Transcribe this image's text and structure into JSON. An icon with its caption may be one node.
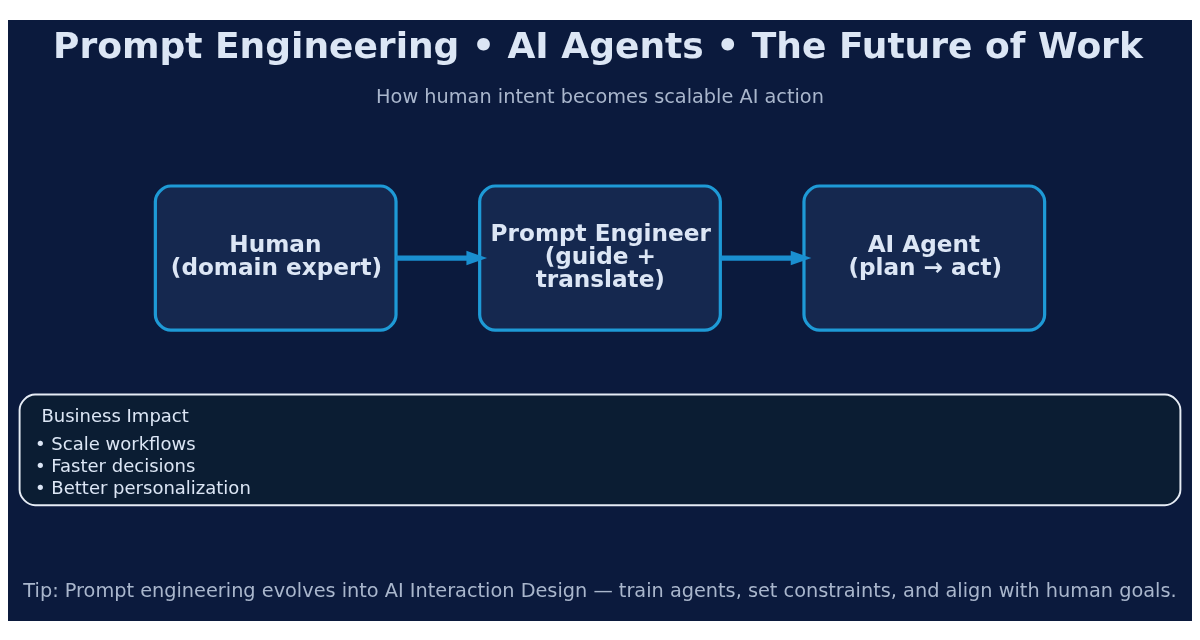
{
  "diagram": {
    "title": "Prompt Engineering • AI Agents • The Future of Work",
    "caption": "Tip: Prompt engineering evolves into AI Interaction Design — train agents, set constraints, and align with human goals.",
    "nodes": [
      {
        "text": [
          "Human (domain expert)"
        ]
      },
      {
        "text": [
          "Prompt Engineer (guide + translate)"
        ]
      },
      {
        "text": [
          "AI Agent (plan → act)"
        ]
      },
      {
        "text": [
          "Business Impact",
          "• Scale workflows",
          "• Faster decisions",
          "• Better personalization"
        ]
      }
    ],
    "edges": [
      {
        "from": 0,
        "to": 1,
        "arrow": "to"
      },
      {
        "from": 1,
        "to": 2,
        "arrow": "to"
      }
    ],
    "labels": [
      "How human intent becomes scalable AI action"
    ]
  }
}
